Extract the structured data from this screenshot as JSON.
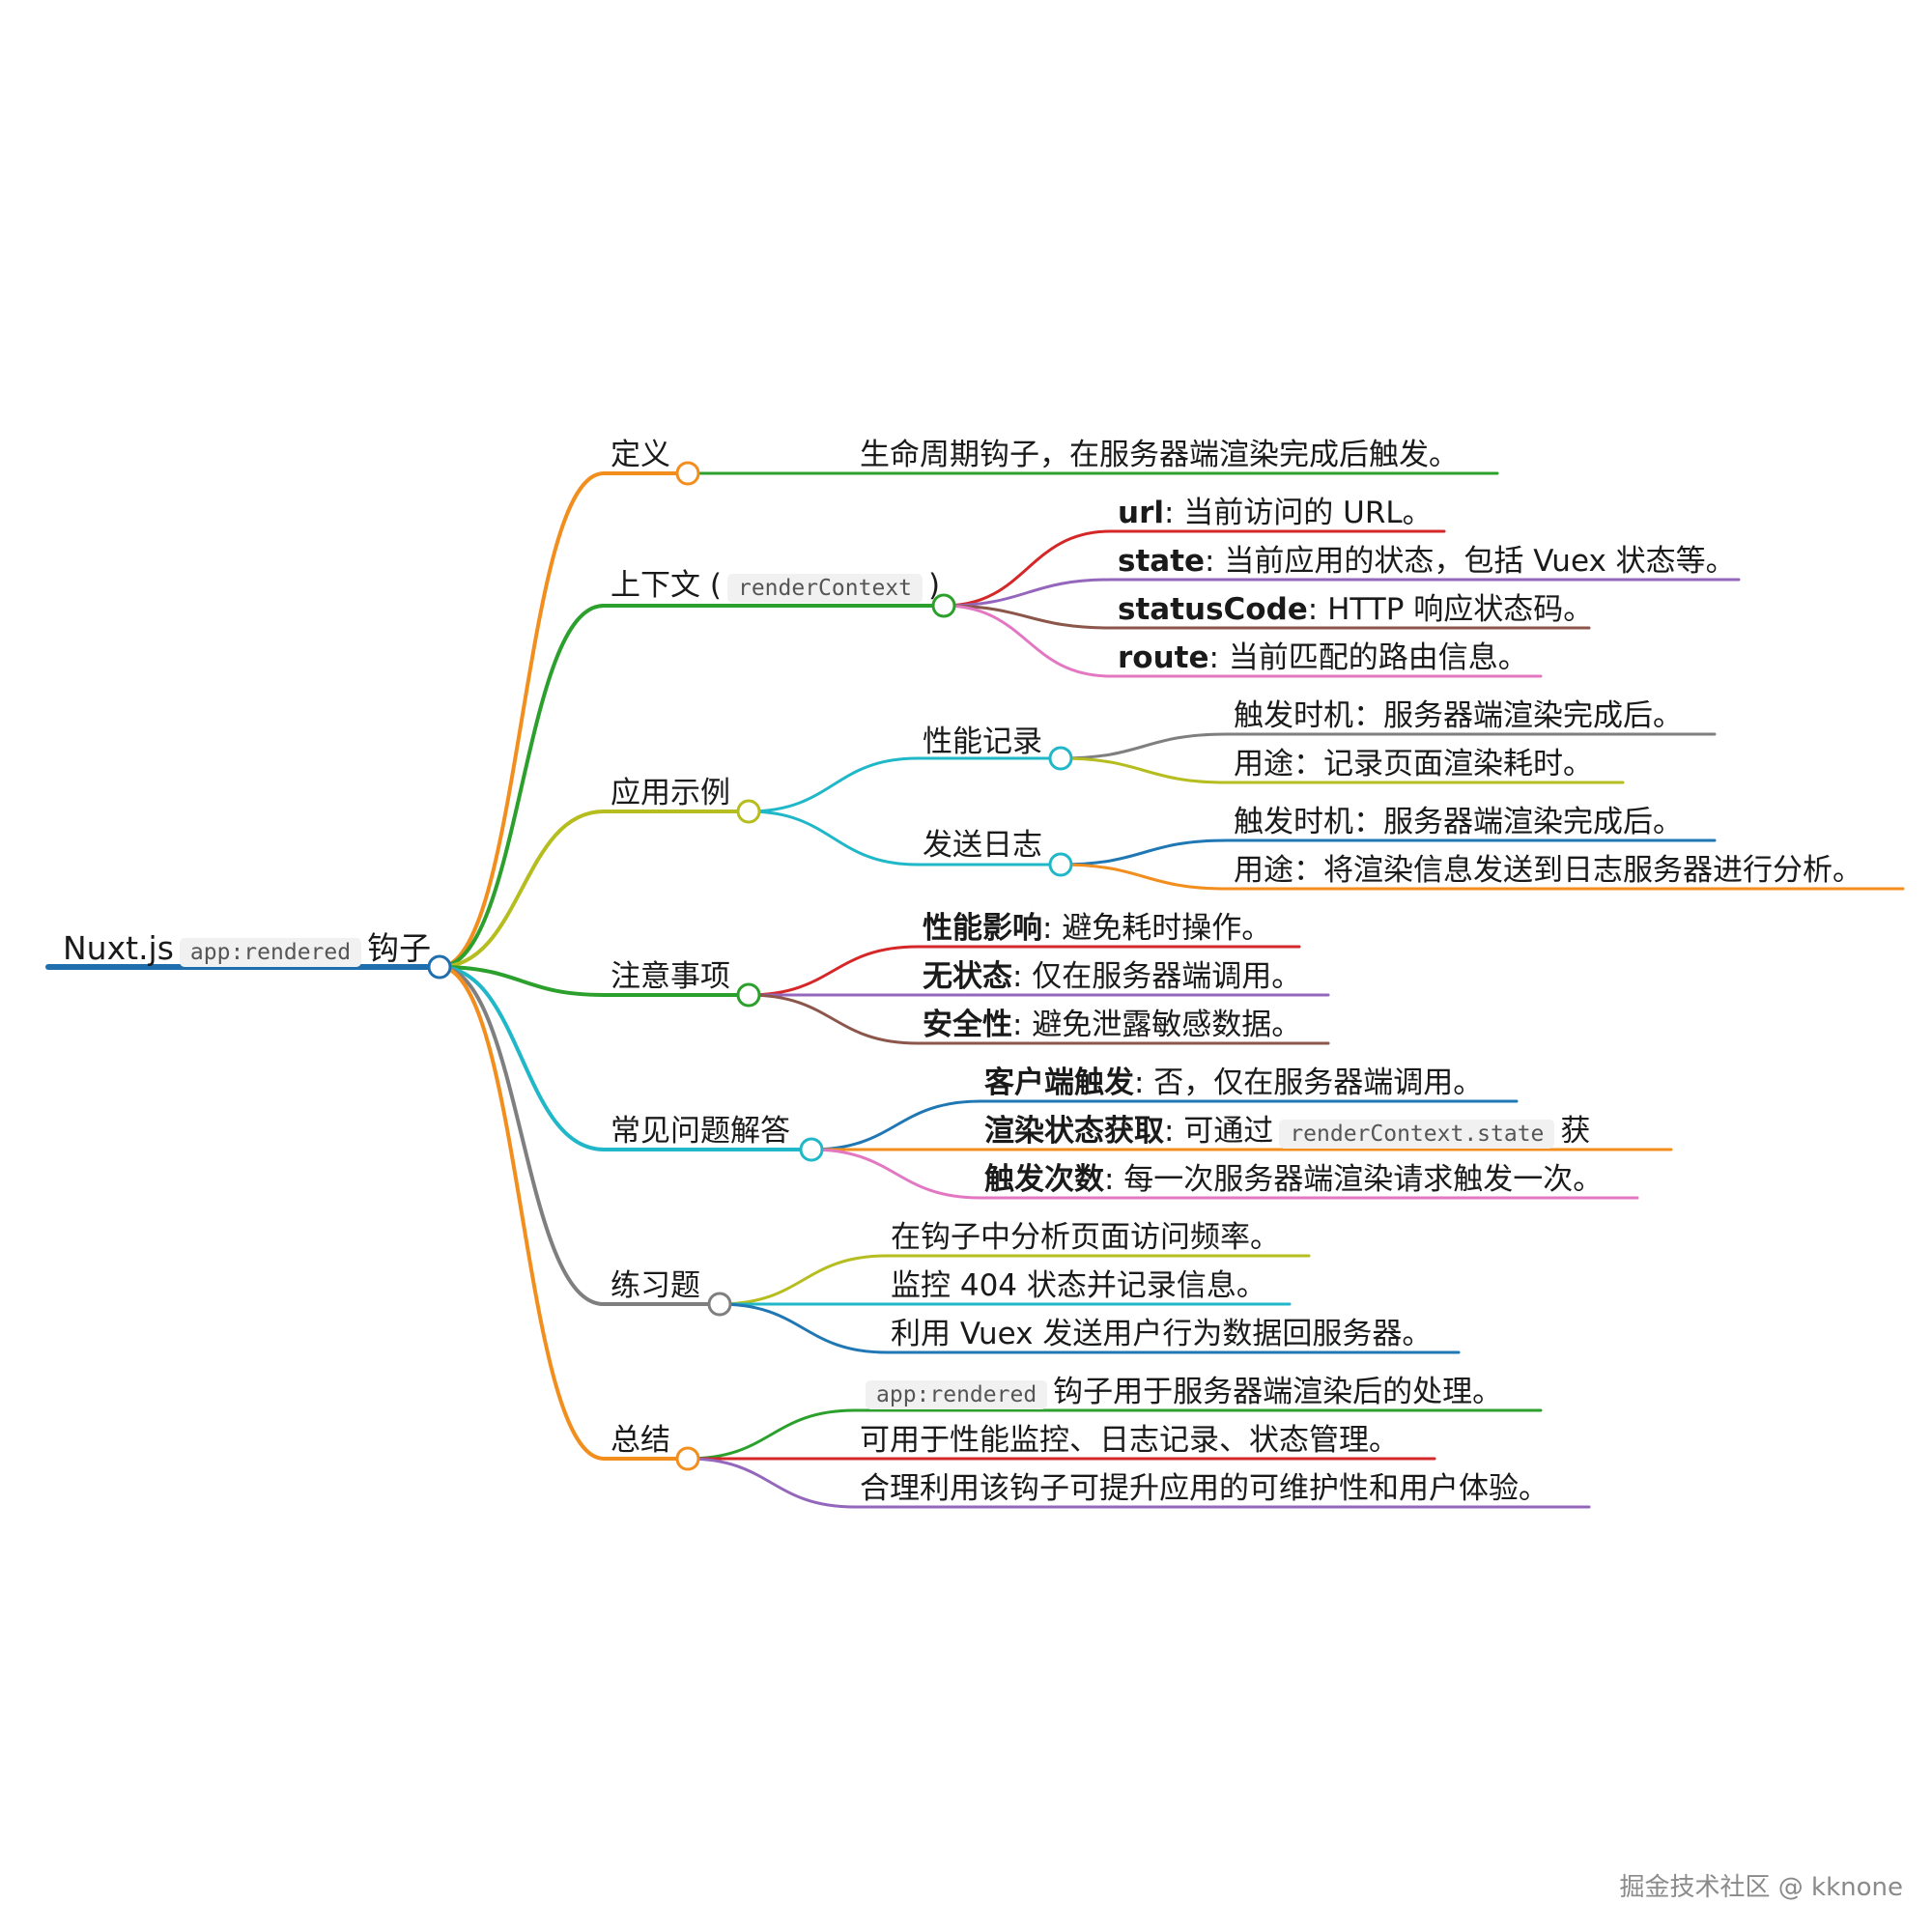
{
  "root": {
    "prefix": "Nuxt.js",
    "code": "app:rendered",
    "suffix": "钩子"
  },
  "colors": {
    "root": "#1f6fae",
    "orange": "#f28e1e",
    "green": "#2ca02c",
    "olive": "#b5bd1f",
    "cyan": "#20b8c8",
    "gray": "#7f7f7f",
    "red": "#d62728",
    "purple": "#9467bd",
    "brown": "#8c564b",
    "pink": "#e377c2",
    "blue": "#1f77b4"
  },
  "branches": {
    "definition": {
      "label": "定义",
      "items": [
        "生命周期钩子，在服务器端渲染完成后触发。"
      ]
    },
    "context": {
      "label": "上下文",
      "code": "renderContext",
      "paren_open": "(",
      "paren_close": ")",
      "items": [
        {
          "key": "url",
          "text": ": 当前访问的 URL。"
        },
        {
          "key": "state",
          "text": ": 当前应用的状态，包括 Vuex 状态等。"
        },
        {
          "key": "statusCode",
          "text": ": HTTP 响应状态码。"
        },
        {
          "key": "route",
          "text": ": 当前匹配的路由信息。"
        }
      ]
    },
    "examples": {
      "label": "应用示例",
      "children": [
        {
          "label": "性能记录",
          "items": [
            "触发时机：服务器端渲染完成后。",
            "用途：记录页面渲染耗时。"
          ]
        },
        {
          "label": "发送日志",
          "items": [
            "触发时机：服务器端渲染完成后。",
            "用途：将渲染信息发送到日志服务器进行分析。"
          ]
        }
      ]
    },
    "notes": {
      "label": "注意事项",
      "items": [
        {
          "key": "性能影响",
          "text": ": 避免耗时操作。"
        },
        {
          "key": "无状态",
          "text": ": 仅在服务器端调用。"
        },
        {
          "key": "安全性",
          "text": ": 避免泄露敏感数据。"
        }
      ]
    },
    "faq": {
      "label": "常见问题解答",
      "items": [
        {
          "key": "客户端触发",
          "text": ": 否，仅在服务器端调用。"
        },
        {
          "key": "渲染状态获取",
          "text": ": 可通过",
          "code": "renderContext.state",
          "tail": "获"
        },
        {
          "key": "触发次数",
          "text": ": 每一次服务器端渲染请求触发一次。"
        }
      ]
    },
    "exercises": {
      "label": "练习题",
      "items": [
        "在钩子中分析页面访问频率。",
        "监控 404 状态并记录信息。",
        "利用 Vuex 发送用户行为数据回服务器。"
      ]
    },
    "summary": {
      "label": "总结",
      "items": [
        {
          "code": "app:rendered",
          "text": "钩子用于服务器端渲染后的处理。"
        },
        {
          "text": "可用于性能监控、日志记录、状态管理。"
        },
        {
          "text": "合理利用该钩子可提升应用的可维护性和用户体验。"
        }
      ]
    }
  },
  "watermark": "掘金技术社区 @ kknone"
}
